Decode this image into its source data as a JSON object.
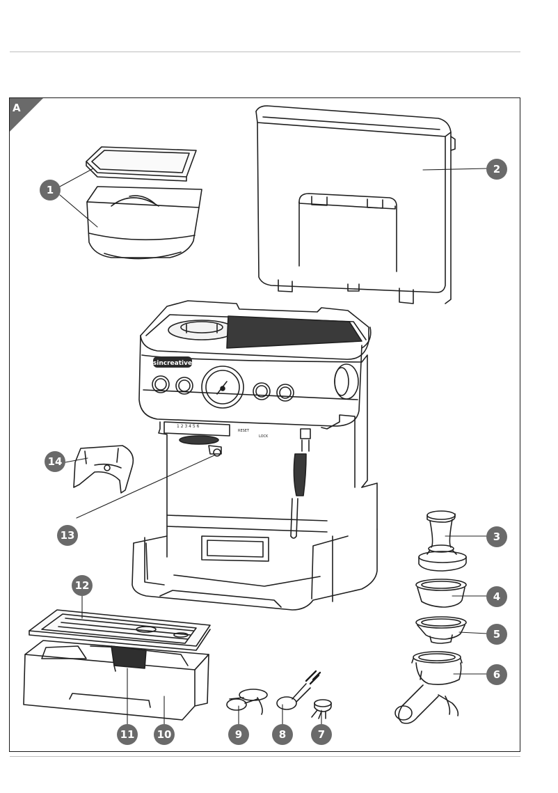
{
  "section_label": "A",
  "brand": "sincreative",
  "callouts": [
    "1",
    "2",
    "3",
    "4",
    "5",
    "6",
    "7",
    "8",
    "9",
    "10",
    "11",
    "12",
    "13",
    "14"
  ],
  "machine_marks": {
    "grind_scale": "1 2 3 4 5 6",
    "reset_label": "RESET",
    "lock_label": "LOCK"
  }
}
